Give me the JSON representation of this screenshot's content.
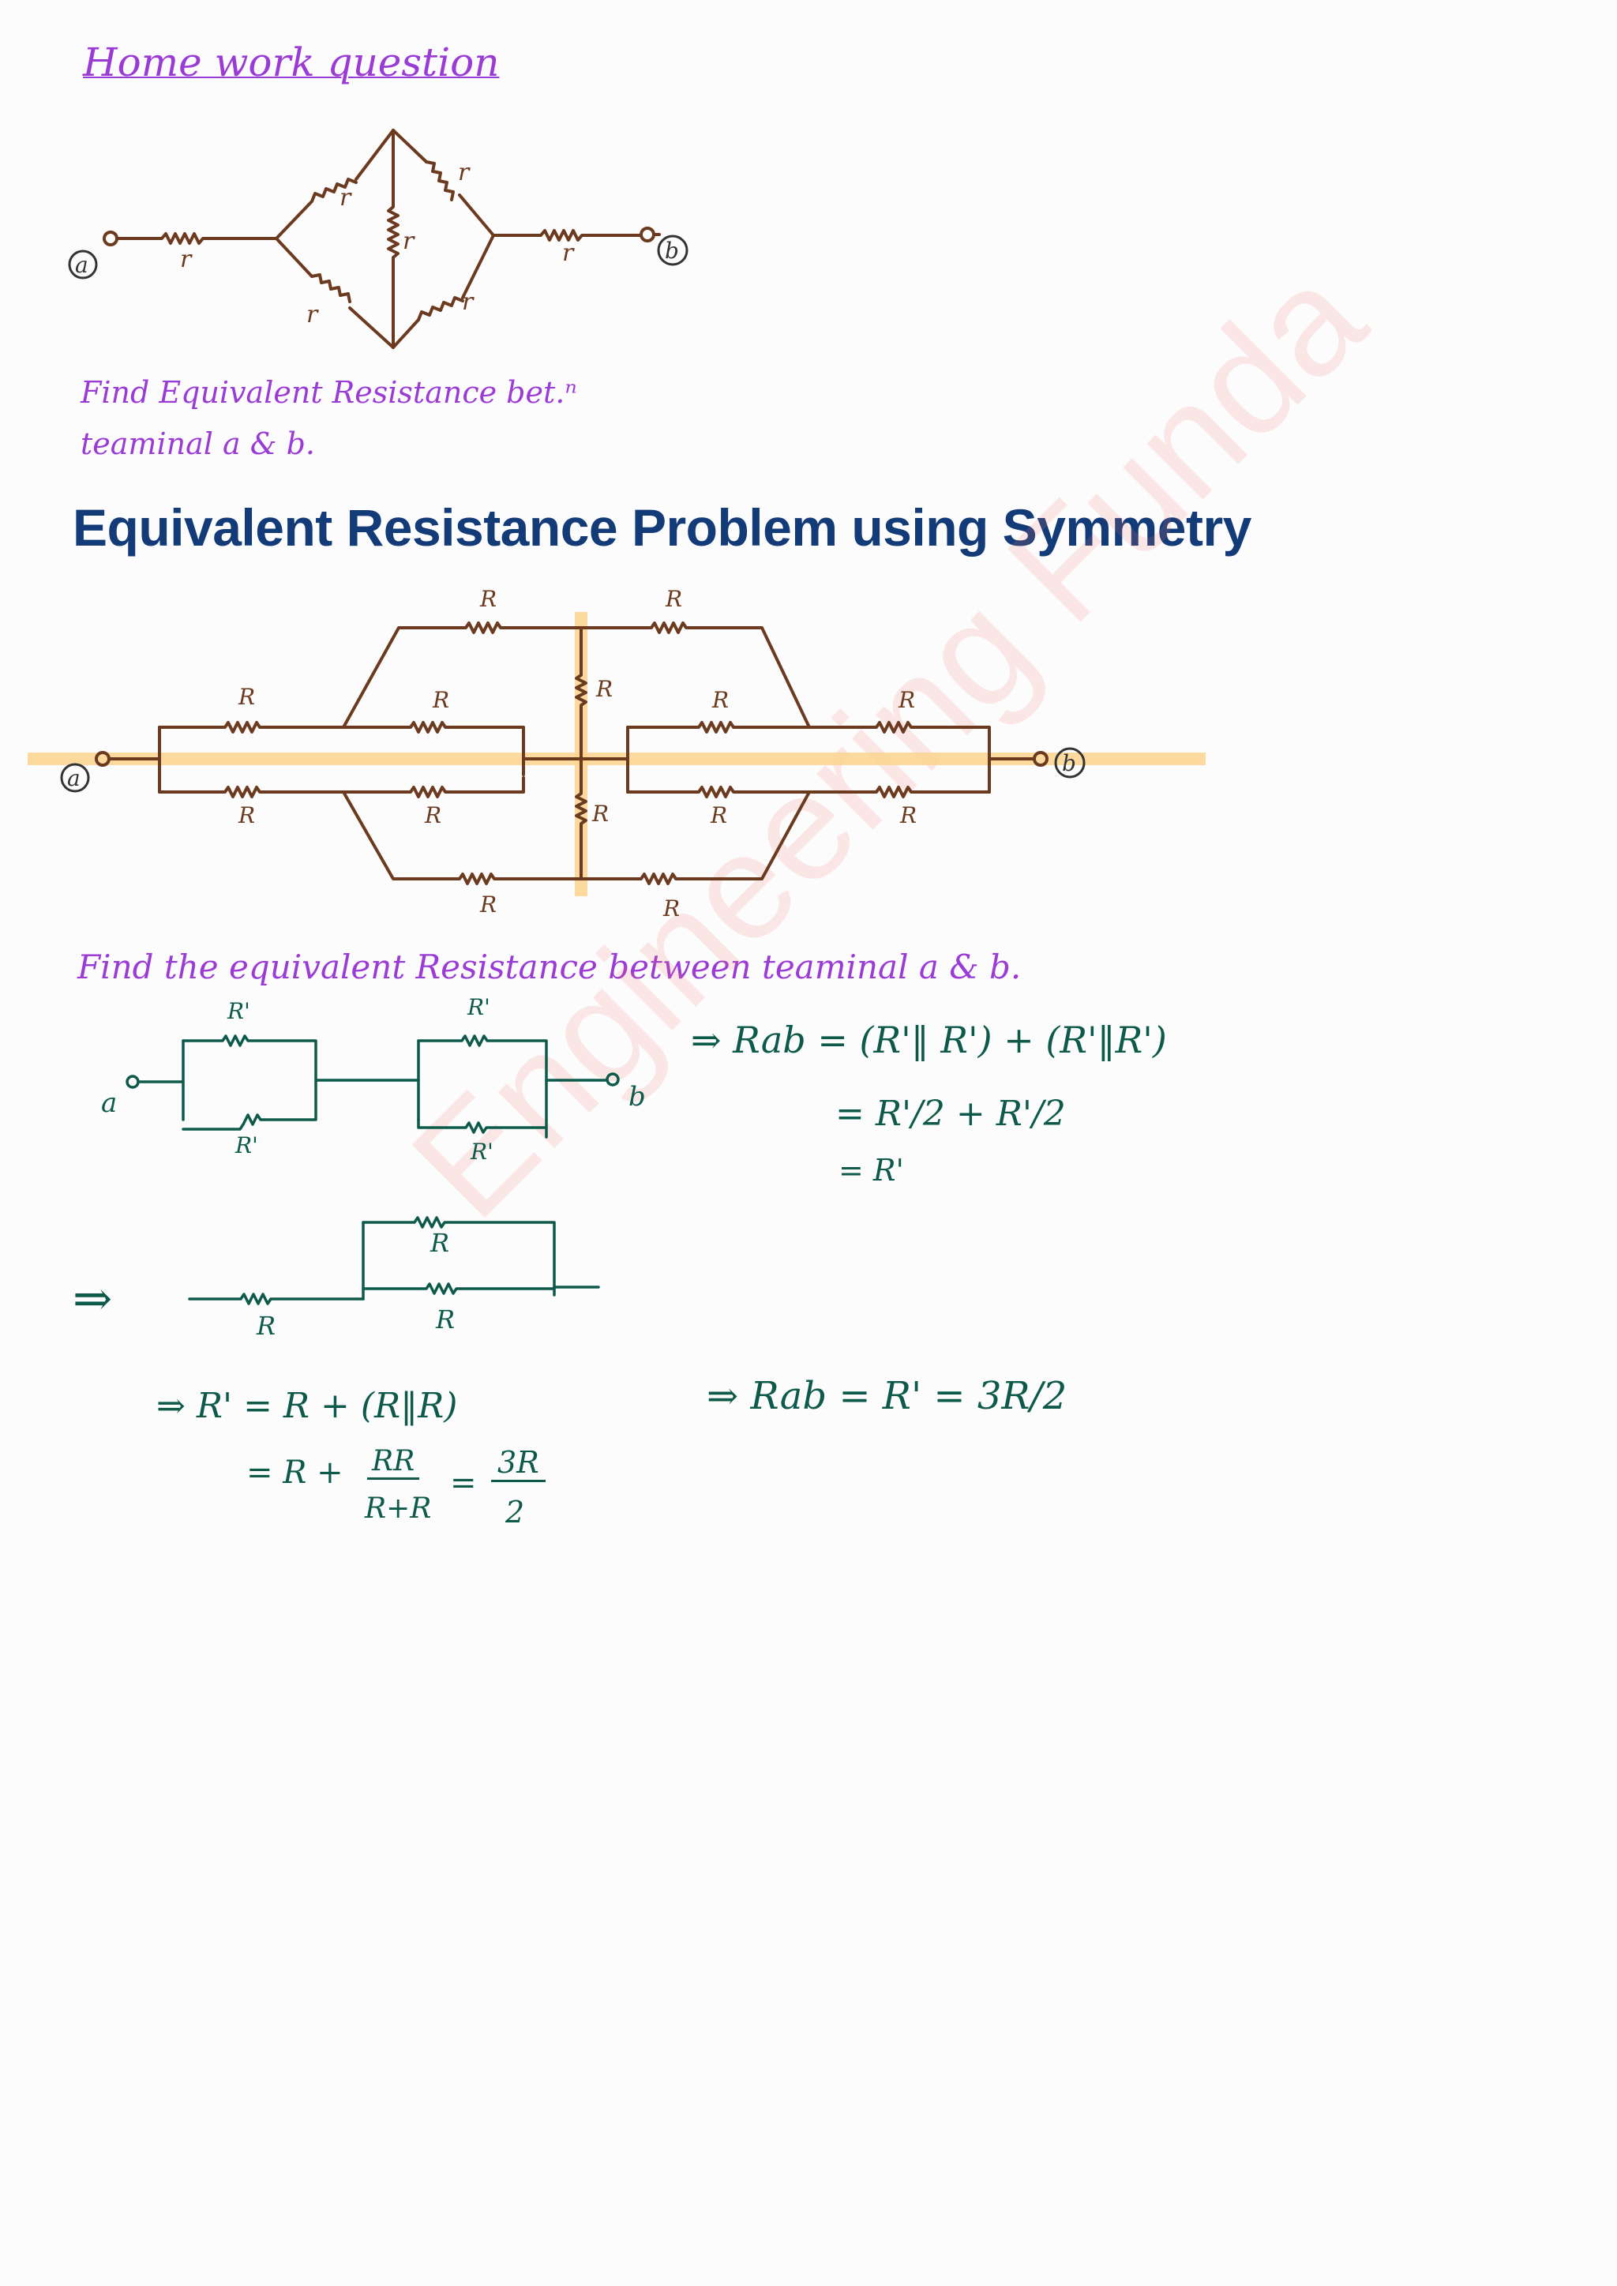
{
  "homework": {
    "heading": "Home work question",
    "question_line1": "Find Equivalent Resistance bet.ⁿ",
    "question_line2": "teaminal a & b.",
    "resistor_label": "r",
    "terminal_a": "a",
    "terminal_b": "b"
  },
  "section_title": "Equivalent Resistance Problem using Symmetry",
  "circuit": {
    "resistor_label": "R",
    "terminal_a": "a",
    "terminal_b": "b"
  },
  "solution": {
    "prompt": "Find the equivalent Resistance between teaminal a & b.",
    "rprime": "R'",
    "node_a": "a",
    "node_b": "b",
    "step_rab_1": "⇒ Rab = (R'‖ R') + (R'‖R')",
    "step_rab_2": "= R'/2 + R'/2",
    "step_rab_3": "= R'",
    "arrow": "⇒",
    "r_label": "R",
    "step_r1": "⇒ R' = R + (R‖R)",
    "step_r2": "= R +",
    "frac_num": "RR",
    "frac_den": "R+R",
    "equals": "=",
    "result_num": "3R",
    "result_den": "2",
    "final": "⇒ Rab = R' = 3R/2"
  },
  "watermark": "Engineering Funda",
  "colors": {
    "purple": "#9b3bd6",
    "brown": "#6b3a1f",
    "title_blue": "#123b78",
    "green": "#0d5a4a",
    "highlight": "#fbd38d"
  }
}
